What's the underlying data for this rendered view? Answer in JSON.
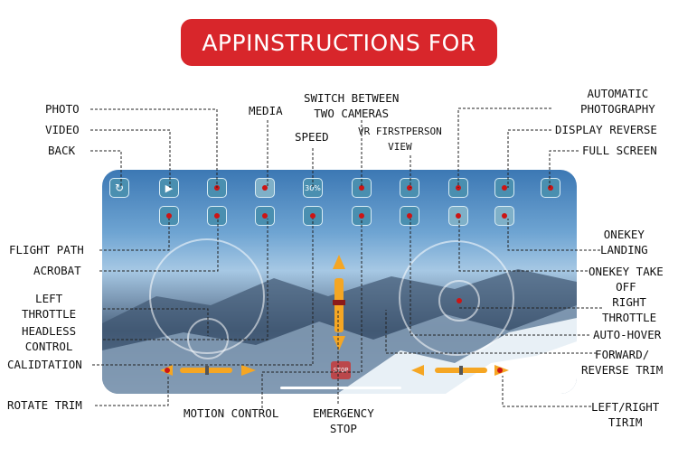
{
  "title": "APPINSTRUCTIONS FOR",
  "labels": {
    "photo": "PHOTO",
    "video": "VIDEO",
    "back": "BACK",
    "media": "MEDIA",
    "switch_cameras": "SWITCH BETWEEN\nTWO CAMERAS",
    "speed": "SPEED",
    "vr_view": "VR FIRSTPERSON\nVIEW",
    "auto_photo": "AUTOMATIC\nPHOTOGRAPHY",
    "display_reverse": "DISPLAY REVERSE",
    "full_screen": "FULL SCREEN",
    "flight_path": "FLIGHT PATH",
    "acrobat": "ACROBAT",
    "left_throttle": "LEFT\nTHROTTLE",
    "headless_control": "HEADLESS\nCONTROL",
    "calibration": "CALIDTATION",
    "rotate_trim": "ROTATE TRIM",
    "motion_control": "MOTION CONTROL",
    "emergency_stop": "EMERGENCY\nSTOP",
    "onekey_landing": "ONEKEY\nLANDING",
    "onekey_takeoff": "ONEKEY TAKE\nOFF",
    "right_throttle": "RIGHT\nTHROTTLE",
    "auto_hover": "AUTO-HOVER",
    "forward_reverse_trim": "FORWARD/\nREVERSE TRIM",
    "left_right_trim": "LEFT/RIGHT\nTIRIM"
  },
  "screen": {
    "speed_value": "30%",
    "stop_text": "STOP"
  },
  "colors": {
    "banner": "#d8262b",
    "marker": "#cc1515",
    "slider": "#f5a623"
  }
}
